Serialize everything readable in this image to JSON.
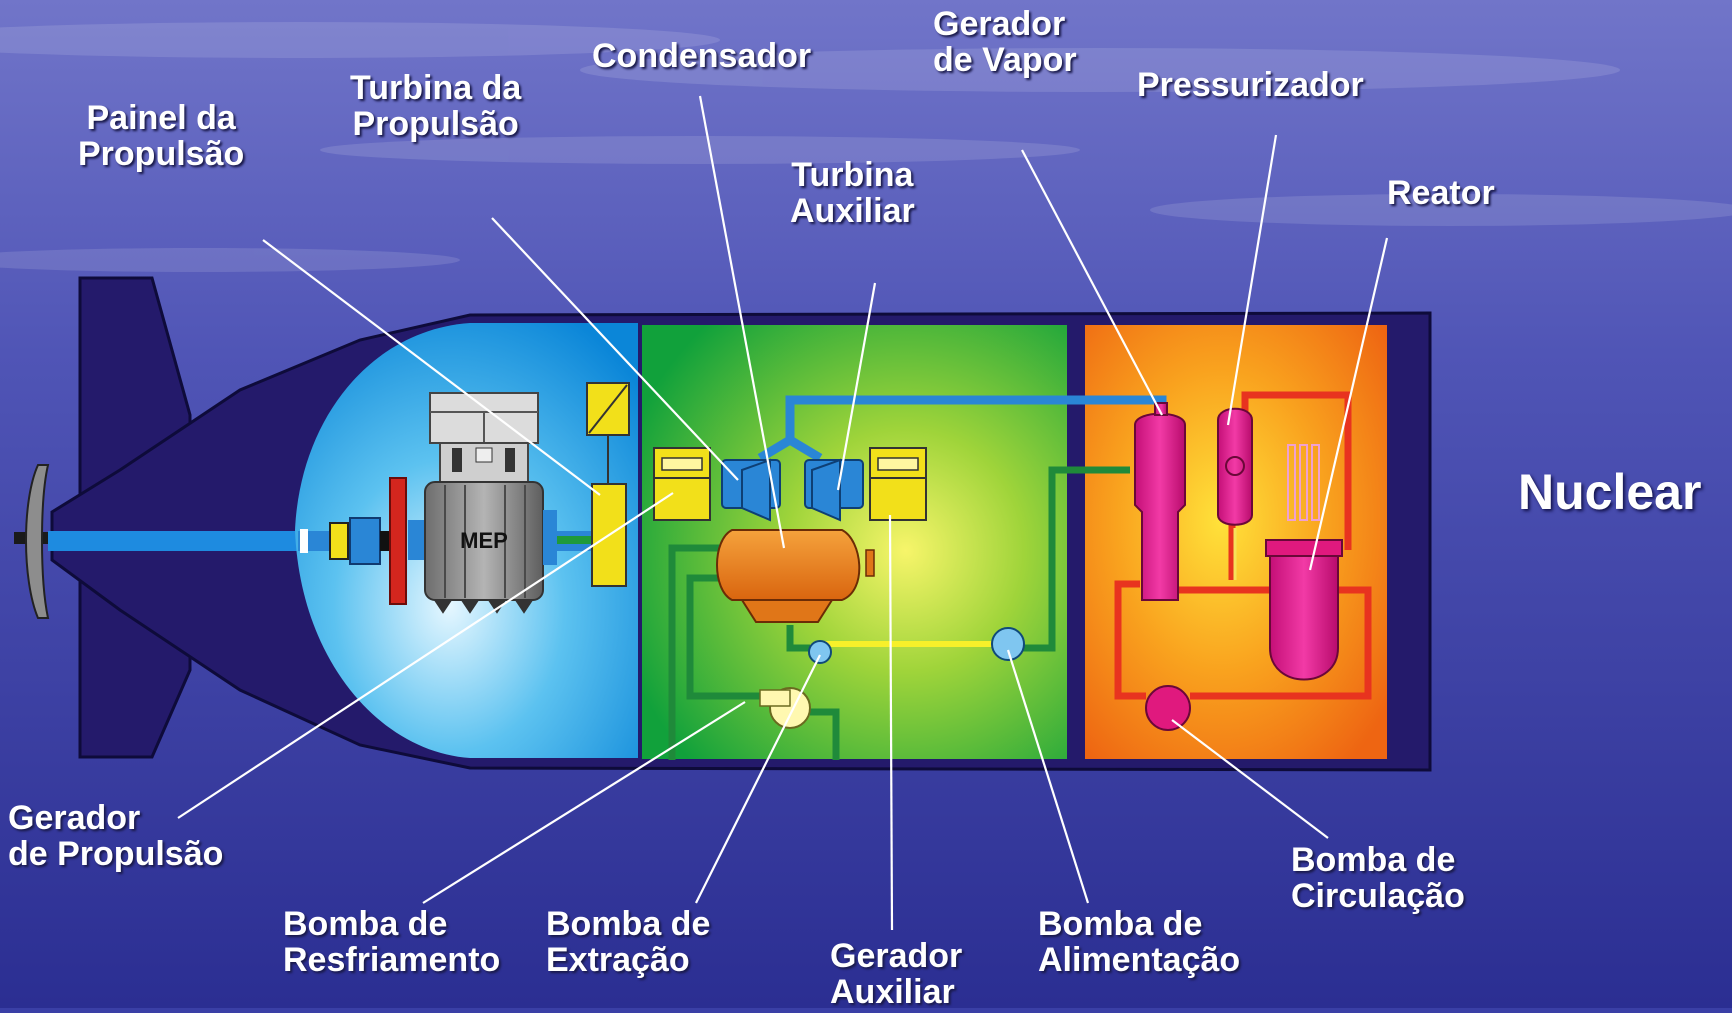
{
  "colors": {
    "sea_top": "#6f73c7",
    "sea_bottom": "#2c2f93",
    "hull": "#241a6b",
    "propulsion_room": "#7fd0f5",
    "turbine_room": "#1fa83c",
    "reactor_room": "#f08a1a",
    "label_text": "#ffffff",
    "leader_line": "#ffffff",
    "steam_pipe": "#2a86d6",
    "water_pipe": "#1f8a3a",
    "primary_pipe": "#e8331f"
  },
  "title": "Nuclear",
  "equipment": {
    "mep_label": "MEP"
  },
  "labels": {
    "painel": {
      "line1": "Painel da",
      "line2": "Propulsão"
    },
    "turbina_propulsao": {
      "line1": "Turbina da",
      "line2": "Propulsão"
    },
    "condensador": {
      "line1": "Condensador"
    },
    "turbina_auxiliar": {
      "line1": "Turbina",
      "line2": "Auxiliar"
    },
    "gerador_vapor": {
      "line1": "Gerador",
      "line2": "de Vapor"
    },
    "pressurizador": {
      "line1": "Pressurizador"
    },
    "reator": {
      "line1": "Reator"
    },
    "gerador_propulsao": {
      "line1": "Gerador",
      "line2": "de Propulsão"
    },
    "bomba_resfriamento": {
      "line1": "Bomba de",
      "line2": "Resfriamento"
    },
    "bomba_extracao": {
      "line1": "Bomba de",
      "line2": "Extração"
    },
    "gerador_auxiliar": {
      "line1": "Gerador",
      "line2": "Auxiliar"
    },
    "bomba_alimentacao": {
      "line1": "Bomba de",
      "line2": "Alimentação"
    },
    "bomba_circulacao": {
      "line1": "Bomba de",
      "line2": "Circulação"
    }
  }
}
